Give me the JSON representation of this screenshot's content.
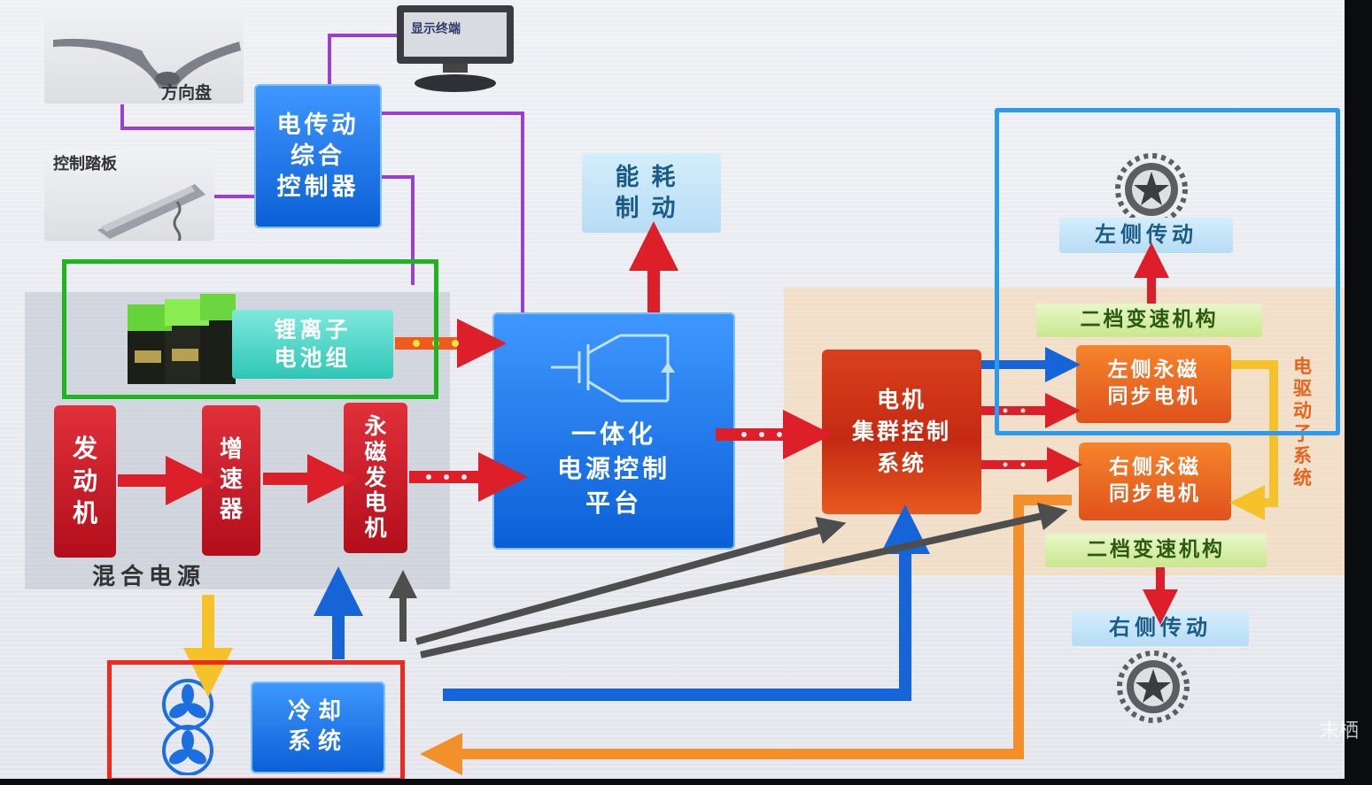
{
  "diagram": {
    "nodes": {
      "steering_wheel": "方向盘",
      "display_terminal": "显示终端",
      "control_pedal": "控制踏板",
      "ecu": "电传动\n综合\n控制器",
      "battery": "锂离子\n电池组",
      "energy_brake": "能耗\n制动",
      "engine": "发\n动\n机",
      "gearbox": "增\n速\n器",
      "generator": "永\n磁\n发\n电\n机",
      "hybrid_source": "混合电源",
      "power_platform": "一体化\n电源控制\n平台",
      "motor_controller": "电机\n集群控制\n系统",
      "left_motor": "左侧永磁\n同步电机",
      "right_motor": "右侧永磁\n同步电机",
      "left_gear_top": "二档变速机构",
      "right_gear_bottom": "二档变速机构",
      "left_drive": "左侧传动",
      "right_drive": "右侧传动",
      "drive_subsystem": "电\n驱\n动\n子\n系\n统",
      "cooling": "冷却\n系统"
    },
    "watermark": "末栖"
  },
  "colors": {
    "purple_line": "#9a3fd0",
    "red_arrow": "#dd1f2a",
    "blue_arrow": "#1565d8",
    "yellow_arrow": "#f6c22a",
    "orange_arrow": "#f2902c",
    "gray_arrow": "#4e4e4e",
    "green_outline": "#1eb51e",
    "red_outline": "#f0281e",
    "blue_outline": "#2b9bf0"
  },
  "icons": [
    "steering-wheel-icon",
    "display-terminal-icon",
    "pedal-icon",
    "battery-cells-icon",
    "igbt-symbol-icon",
    "sprocket-icon",
    "fan-icon"
  ]
}
